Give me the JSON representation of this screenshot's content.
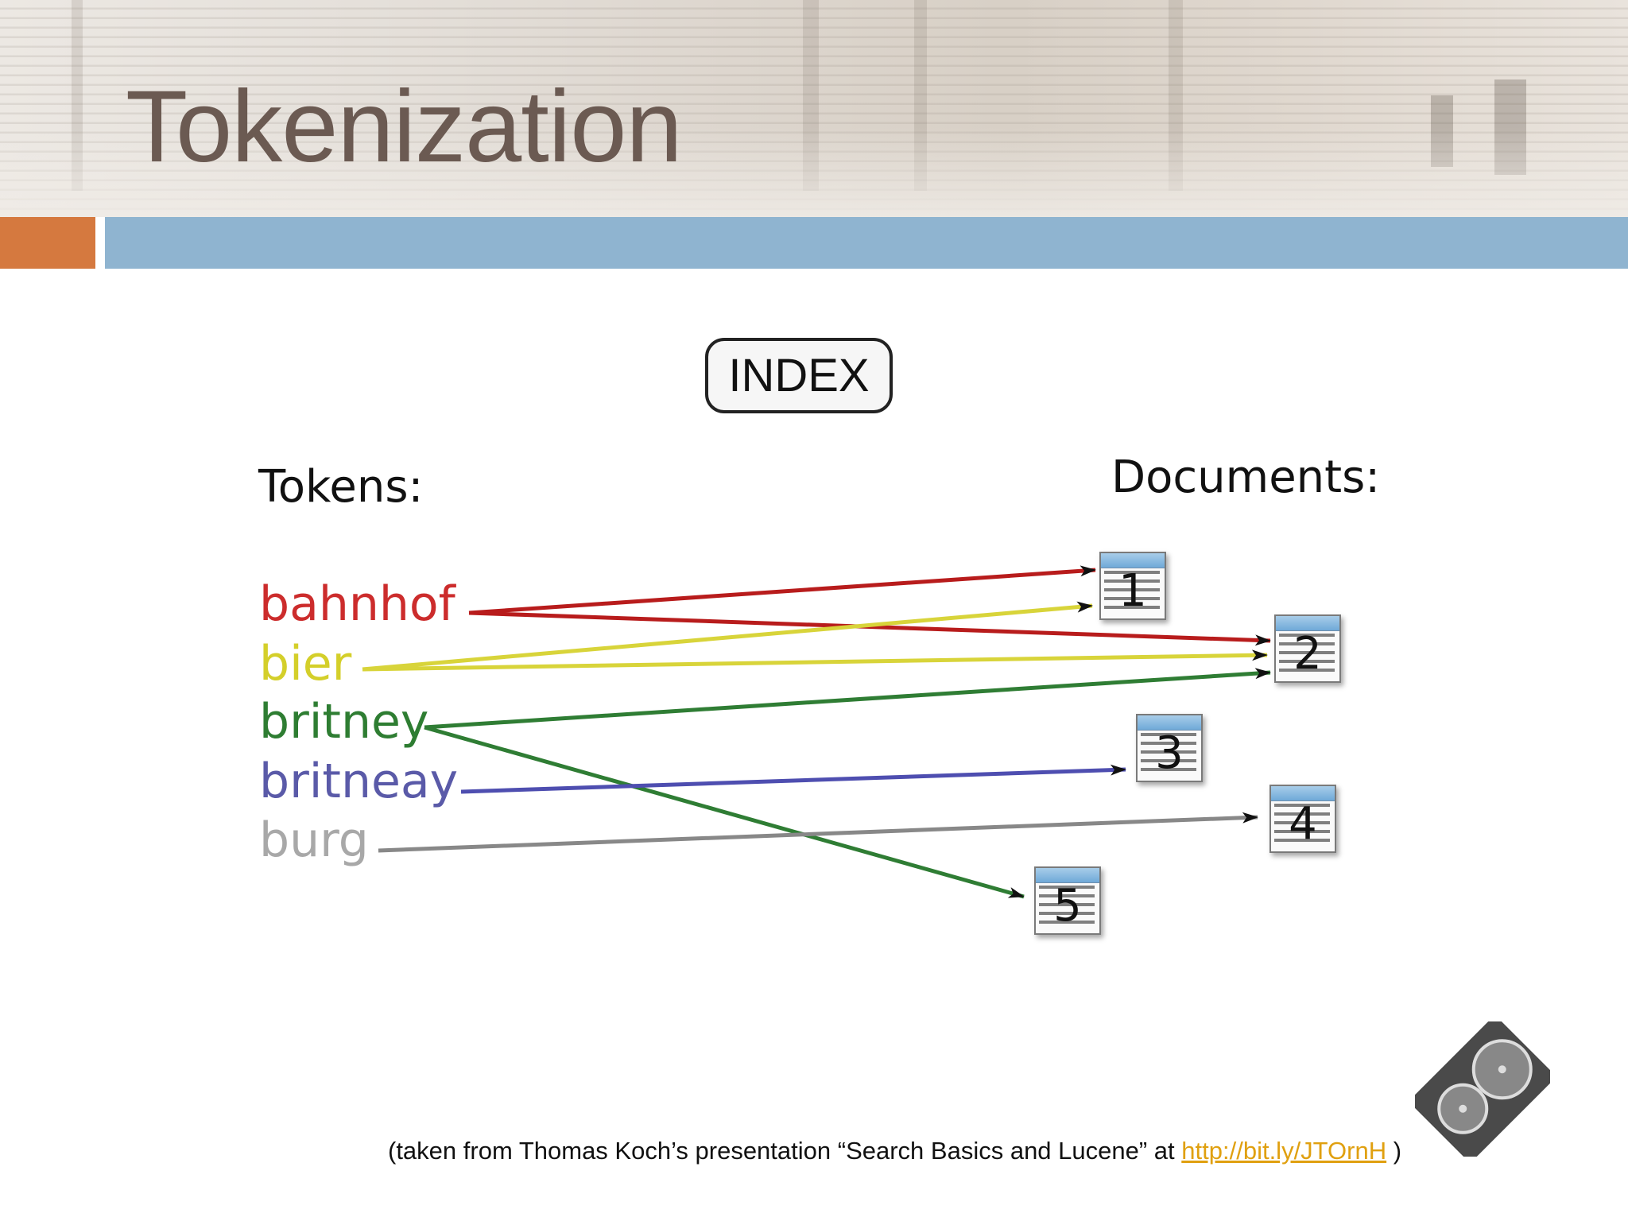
{
  "slide": {
    "title": "Tokenization",
    "colors": {
      "title": "#6b5a52",
      "accent_orange": "#d5793f",
      "accent_blue": "#8fb4d0"
    }
  },
  "diagram": {
    "index_label": "INDEX",
    "tokens_heading": "Tokens:",
    "documents_heading": "Documents:",
    "tokens": [
      {
        "label": "bahnhof",
        "color": "#cc2c2c",
        "documents": [
          "1",
          "2"
        ]
      },
      {
        "label": "bier",
        "color": "#d4cf2a",
        "documents": [
          "1",
          "2"
        ]
      },
      {
        "label": "britney",
        "color": "#2e7d32",
        "documents": [
          "2",
          "5"
        ]
      },
      {
        "label": "britneay",
        "color": "#5a5aa8",
        "documents": [
          "3"
        ]
      },
      {
        "label": "burg",
        "color": "#a8a8a8",
        "documents": [
          "4"
        ]
      }
    ],
    "documents": [
      "1",
      "2",
      "3",
      "4",
      "5"
    ],
    "arrow_colors": {
      "bahnhof": "#b81c1c",
      "bier": "#d8d43a",
      "britney": "#2f7d34",
      "britneay": "#4e4eb0",
      "burg": "#888888"
    }
  },
  "citation": {
    "text_before": "(taken from Thomas Koch’s presentation “Search Basics and Lucene” at ",
    "link": "http://bit.ly/JTOrnH",
    "text_after": " )"
  }
}
